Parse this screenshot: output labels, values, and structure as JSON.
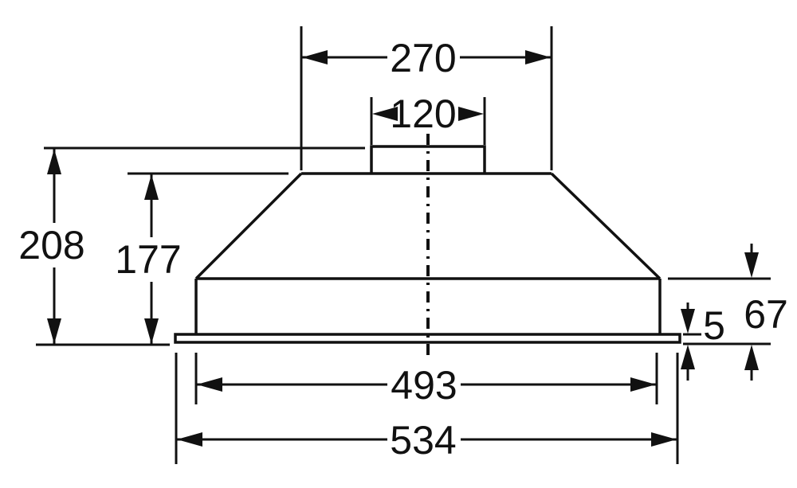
{
  "drawing": {
    "type": "technical-dimension-diagram",
    "subject": "built-in-hood-side-profile",
    "colors": {
      "line": "#111111",
      "background": "#ffffff"
    },
    "dimensions": {
      "top_width": "270",
      "duct_width": "120",
      "overall_height": "208",
      "body_height": "177",
      "right_height": "67",
      "flange_thickness": "5",
      "inner_width": "493",
      "overall_width": "534"
    },
    "dimensions_numeric": {
      "top_width": 270,
      "duct_width": 120,
      "overall_height": 208,
      "body_height": 177,
      "right_height": 67,
      "flange_thickness": 5,
      "inner_width": 493,
      "overall_width": 534
    }
  }
}
